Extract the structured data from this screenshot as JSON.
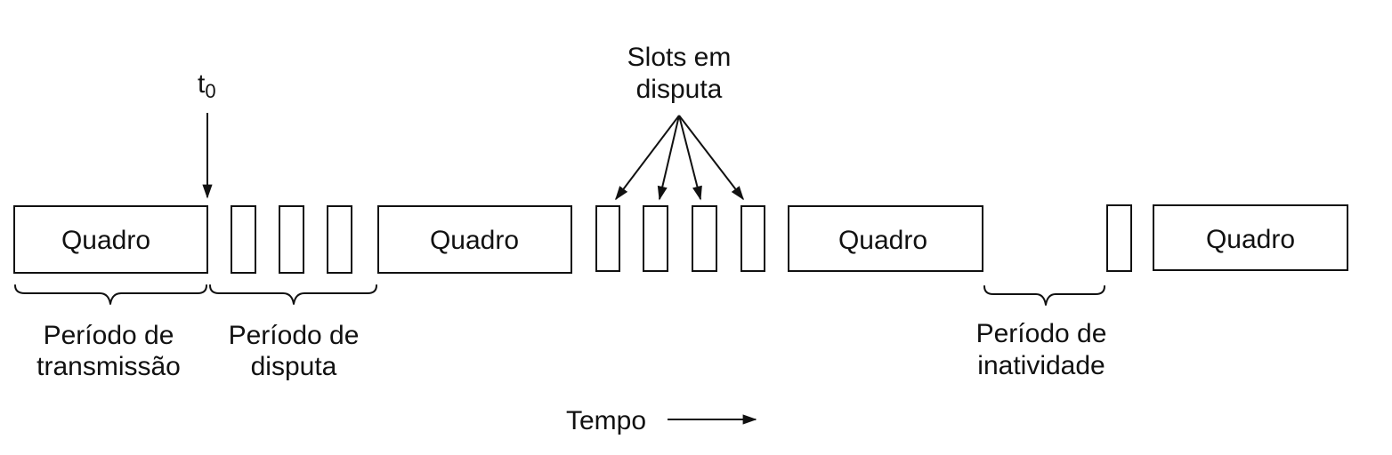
{
  "frames": [
    {
      "label": "Quadro"
    },
    {
      "label": "Quadro"
    },
    {
      "label": "Quadro"
    },
    {
      "label": "Quadro"
    }
  ],
  "t0_label": {
    "main": "t",
    "sub": "0"
  },
  "slots_label": [
    "Slots em",
    "disputa"
  ],
  "periods": {
    "transmission": [
      "Período de",
      "transmissão"
    ],
    "contention": [
      "Período de",
      "disputa"
    ],
    "idle": [
      "Período de",
      "inatividade"
    ]
  },
  "time_axis": {
    "label": "Tempo"
  }
}
